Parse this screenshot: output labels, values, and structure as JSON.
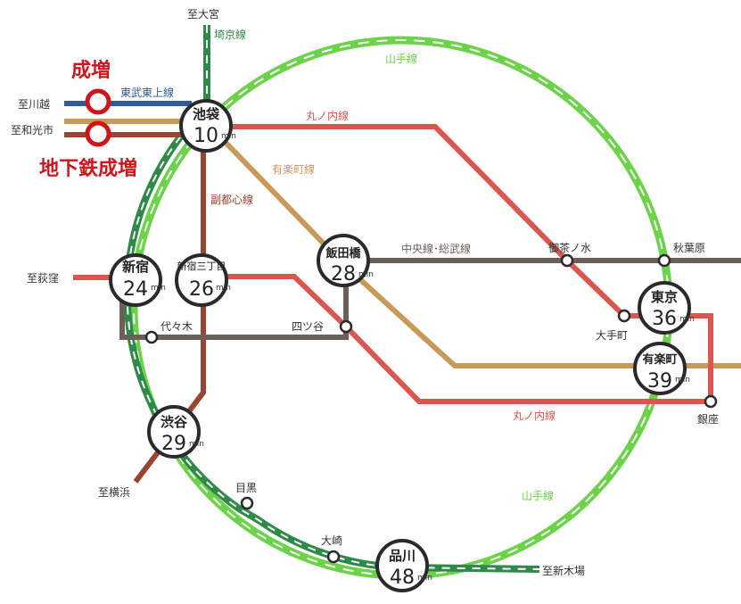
{
  "colors": {
    "yamanote": "#6bd24a",
    "saikyo": "#2f8a4a",
    "marunouchi": "#d9574e",
    "yurakucho": "#c89a5a",
    "fukutoshin": "#9a4433",
    "chuo_sobu": "#6e5e5a",
    "tobu_tojo": "#2e5c9a",
    "narimasu_red": "#d0141b",
    "station_ring": "#2a2a2a"
  },
  "origins": {
    "narimasu": "成増",
    "chikatetsu_narimasu": "地下鉄成増",
    "to_kawagoe": "至川越",
    "to_wakoshi": "至和光市",
    "to_omiya": "至大宮",
    "to_ogikubo": "至荻窪",
    "to_yokohama": "至横浜",
    "to_shinkiba": "至新木場"
  },
  "lines": {
    "saikyo": "埼京線",
    "tobu_tojo": "東武東上線",
    "yamanote_top": "山手線",
    "yamanote_bottom": "山手線",
    "marunouchi_top": "丸ノ内線",
    "marunouchi_bottom": "丸ノ内線",
    "yurakucho": "有楽町線",
    "fukutoshin": "副都心線",
    "chuo_sobu": "中央線･総武線"
  },
  "major_stations": [
    {
      "name": "池袋",
      "minutes": "10",
      "unit": "min"
    },
    {
      "name": "新宿",
      "minutes": "24",
      "unit": "min"
    },
    {
      "name": "新宿三丁目",
      "minutes": "26",
      "unit": "min"
    },
    {
      "name": "飯田橋",
      "minutes": "28",
      "unit": "min"
    },
    {
      "name": "東京",
      "minutes": "36",
      "unit": "min"
    },
    {
      "name": "有楽町",
      "minutes": "39",
      "unit": "min"
    },
    {
      "name": "渋谷",
      "minutes": "29",
      "unit": "min"
    },
    {
      "name": "品川",
      "minutes": "48",
      "unit": "min"
    }
  ],
  "minor_stations": {
    "ochanomizu": "御茶ノ水",
    "akihabara": "秋葉原",
    "otemachi": "大手町",
    "yotsuya": "四ツ谷",
    "yoyogi": "代々木",
    "ginza": "銀座",
    "meguro": "目黒",
    "osaki": "大崎"
  }
}
